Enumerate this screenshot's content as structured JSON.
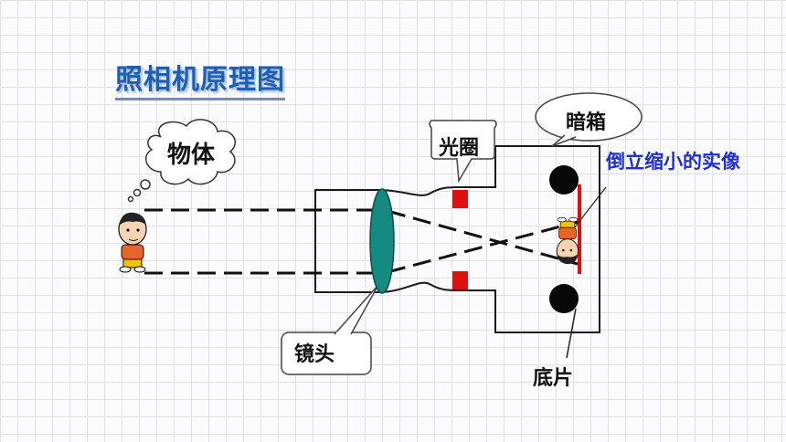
{
  "title": "照相机原理图",
  "labels": {
    "object": "物体",
    "aperture": "光圈",
    "dark_box": "暗箱",
    "lens": "镜头",
    "film": "底片",
    "image": "倒立缩小的实像"
  },
  "colors": {
    "title": "#1f5fb2",
    "image_label": "#1f2fd0",
    "lens": "#148a80",
    "aperture": "#e01010",
    "film": "#e01010"
  },
  "icons": [
    "cartoon-boy-icon",
    "inverted-cartoon-boy-icon",
    "thought-cloud-icon"
  ]
}
